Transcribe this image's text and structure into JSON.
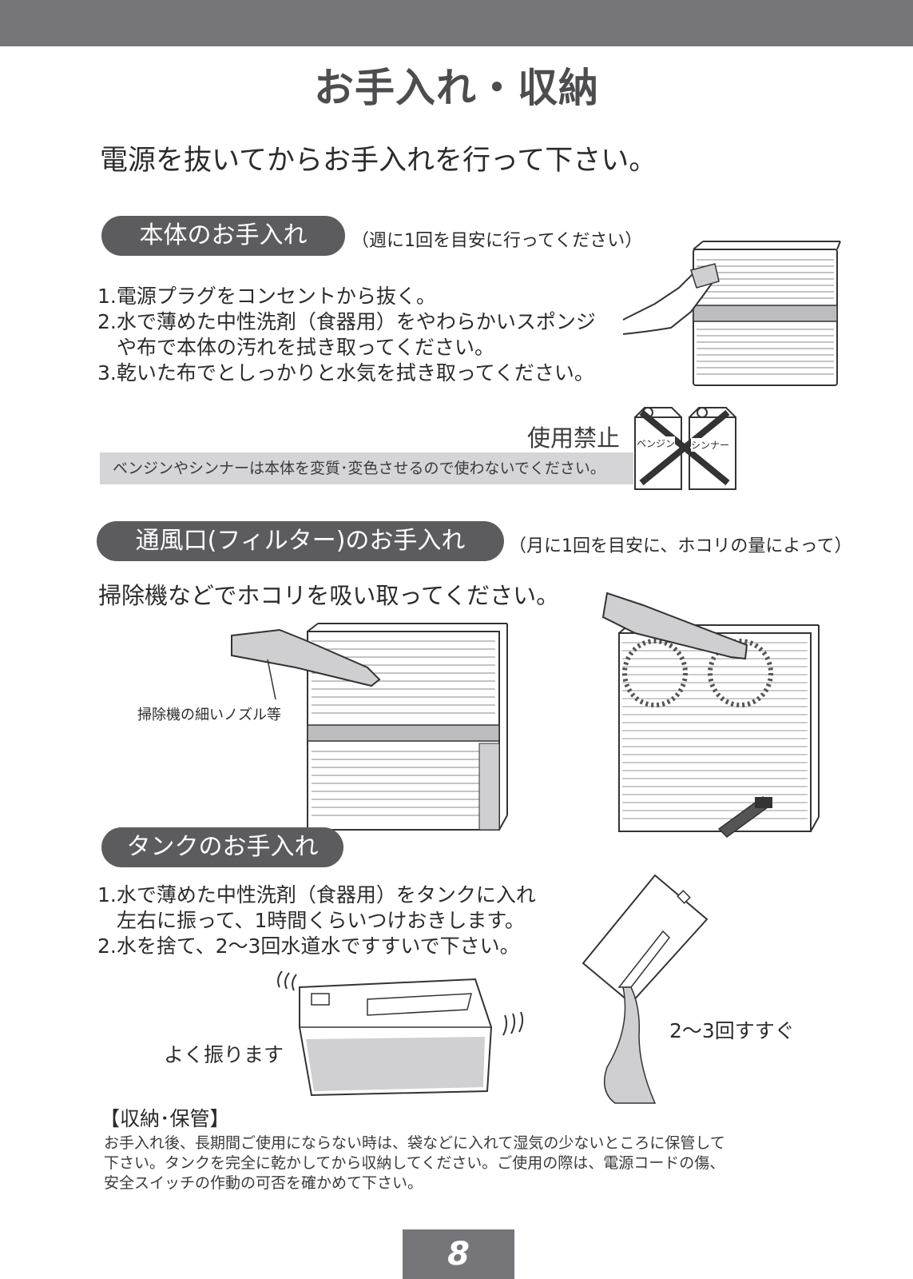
{
  "page_title": "お手入れ・収納",
  "main_warning": "電源を抜いてからお手入れを行って下さい。",
  "body_care": {
    "header": "本体のお手入れ",
    "note": "（週に1回を目安に行ってください）",
    "steps": [
      "1.電源プラグをコンセントから抜く。",
      "2.水で薄めた中性洗剤（食器用）をやわらかいスポンジ",
      "や布で本体の汚れを拭き取ってください。",
      "3.乾いた布でとしっかりと水気を拭き取ってください。"
    ],
    "prohibited_label": "使用禁止",
    "prohibited_text": "ベンジンやシンナーは本体を変質･変色させるので使わないでください。",
    "benzine_label": "ベンジン",
    "thinner_label": "シンナー"
  },
  "vent_care": {
    "header": "通風口(フィルター)のお手入れ",
    "note": "（月に1回を目安に、ホコリの量によって）",
    "instruction": "掃除機などでホコリを吸い取ってください。",
    "nozzle_caption": "掃除機の細いノズル等"
  },
  "tank_care": {
    "header": "タンクのお手入れ",
    "steps": [
      "1.水で薄めた中性洗剤（食器用）をタンクに入れ",
      "左右に振って、1時間くらいつけおきします。",
      "2.水を捨て、2～3回水道水ですすいで下さい。"
    ],
    "shake_caption": "よく振ります",
    "rinse_caption": "2～3回すすぐ"
  },
  "storage": {
    "title": "【収納･保管】",
    "lines": [
      "お手入れ後、長期間ご使用にならない時は、袋などに入れて湿気の少ないところに保管して",
      "下さい。タンクを完全に乾かしてから収納してください。ご使用の際は、電源コードの傷、",
      "安全スイッチの作動の可否を確かめて下さい。"
    ]
  },
  "page_number": "8"
}
